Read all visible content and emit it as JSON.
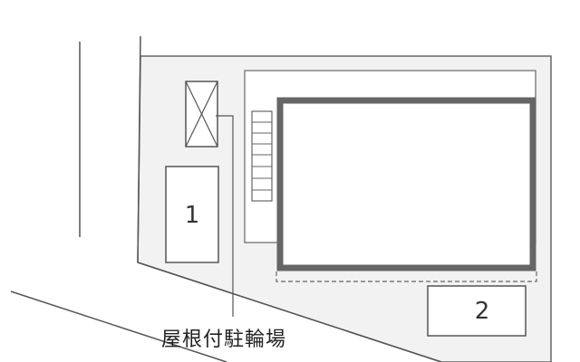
{
  "site_plan": {
    "parking_spaces": [
      {
        "number": "1"
      },
      {
        "number": "2"
      }
    ],
    "bike_parking_label": "屋根付駐輪場"
  },
  "colors": {
    "line": "#555555",
    "site_fill": "#f2f2f2",
    "building_wall": "#666666",
    "building_fill": "#ffffff"
  }
}
